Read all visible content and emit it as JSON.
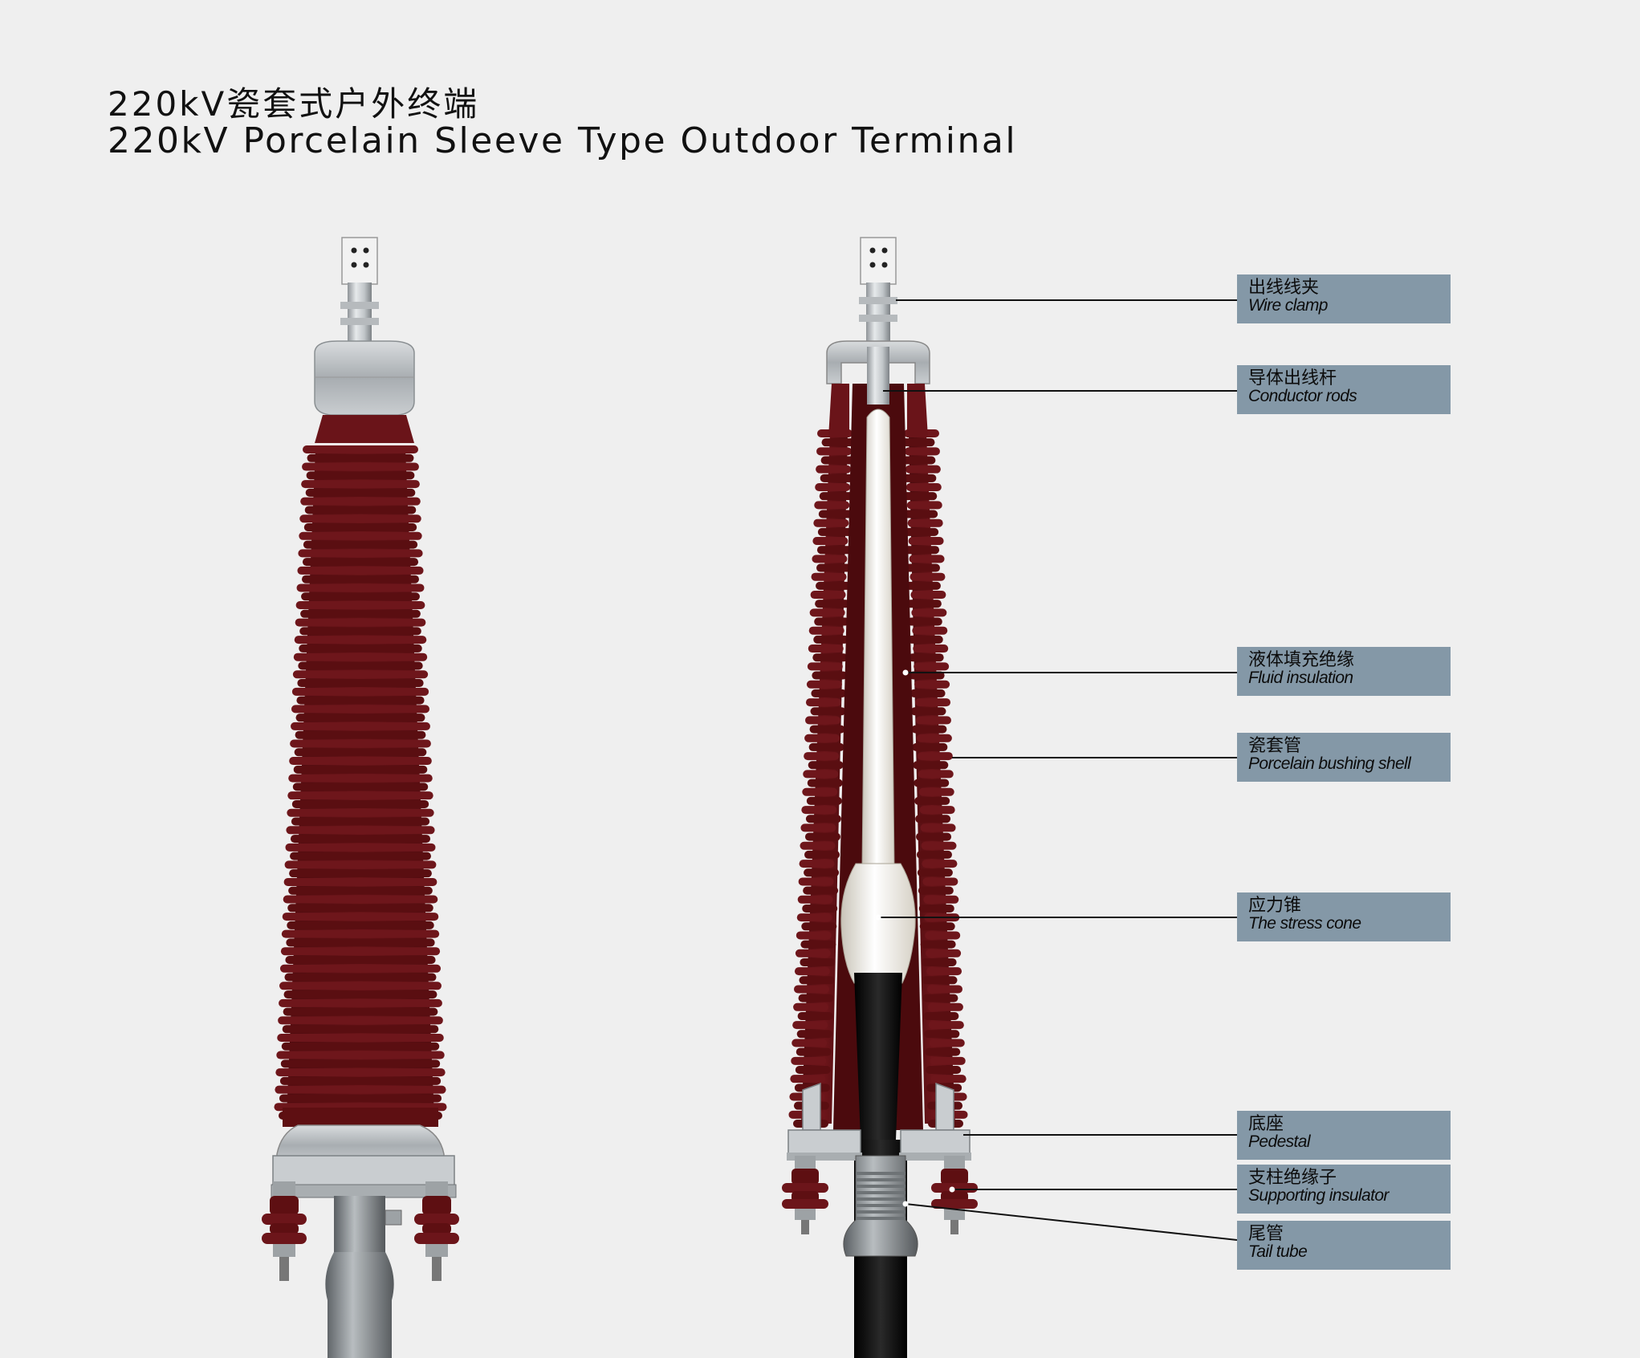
{
  "title": {
    "zh": "220kV瓷套式户外终端",
    "en": "220kV Porcelain Sleeve Type Outdoor Terminal"
  },
  "labels": [
    {
      "zh": "出线线夹",
      "en": "Wire clamp"
    },
    {
      "zh": "导体出线杆",
      "en": "Conductor rods"
    },
    {
      "zh": "液体填充绝缘",
      "en": "Fluid insulation"
    },
    {
      "zh": "瓷套管",
      "en": "Porcelain bushing shell"
    },
    {
      "zh": "应力锥",
      "en": "The stress cone"
    },
    {
      "zh": "底座",
      "en": "Pedestal"
    },
    {
      "zh": "支柱绝缘子",
      "en": "Supporting insulator"
    },
    {
      "zh": "尾管",
      "en": "Tail tube"
    }
  ],
  "colors": {
    "background": "#efefef",
    "porcelain": "#5e0f12",
    "label_box": "#8498a7",
    "metal": "#c7cbce"
  }
}
